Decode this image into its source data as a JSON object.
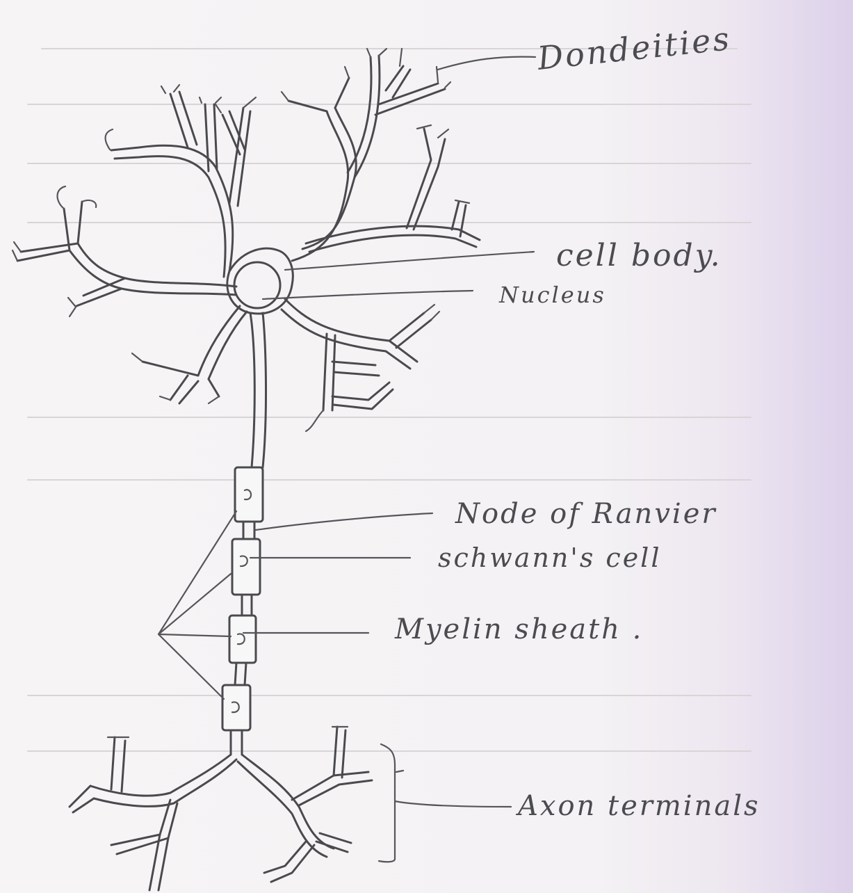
{
  "diagram": {
    "labels": {
      "dendrites": "Dondeities",
      "cell_body": "cell body.",
      "nucleus": "Nucleus",
      "node_of_ranvier": "Node of Ranvier",
      "schwanns_cell": "schwann's cell",
      "myelin_sheath": "Myelin sheath .",
      "axon_terminals": "Axon terminals"
    },
    "colors": {
      "ink": "#4a4a4e",
      "paper": "#f4f2f4",
      "edge_tint": "#dcd0ea"
    }
  }
}
